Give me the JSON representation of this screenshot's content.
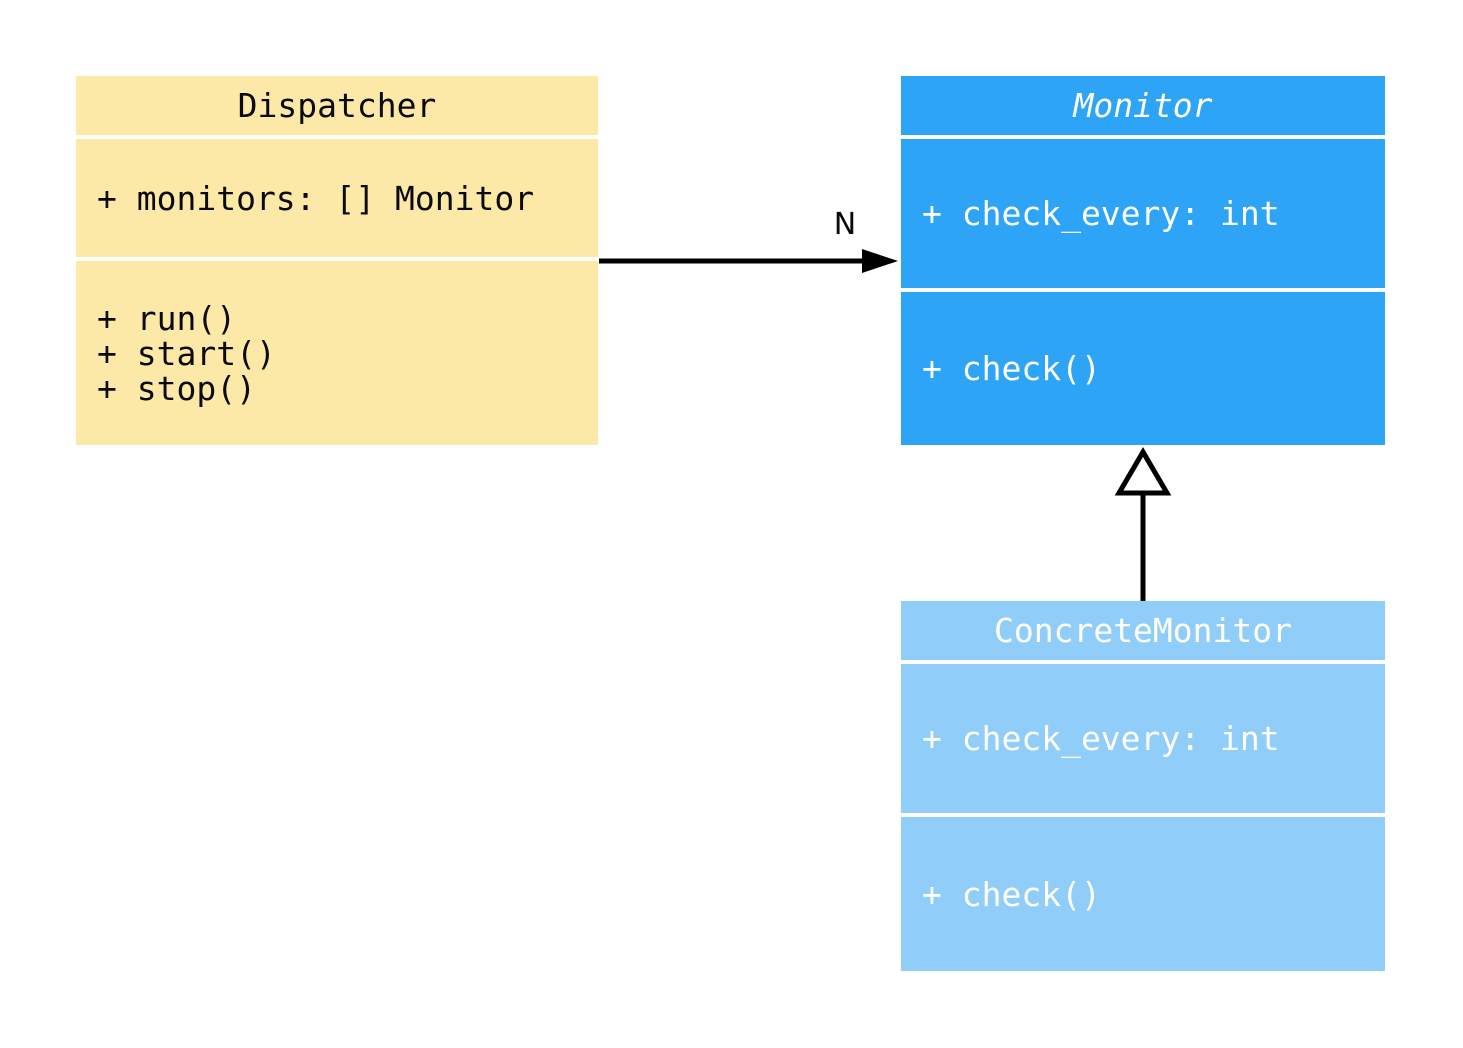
{
  "diagram": {
    "kind": "uml-class-diagram",
    "classes": [
      {
        "name": "Dispatcher",
        "abstract": false,
        "fill": "#FCE9A7",
        "text_color": "#0A0A0A",
        "attributes": [
          "+ monitors: [] Monitor"
        ],
        "methods": [
          "+ run()",
          "+ start()",
          "+ stop()"
        ]
      },
      {
        "name": "Monitor",
        "abstract": true,
        "fill": "#2EA4F7",
        "text_color": "#FFFFFF",
        "attributes": [
          "+ check_every: int"
        ],
        "methods": [
          "+ check()"
        ]
      },
      {
        "name": "ConcreteMonitor",
        "abstract": false,
        "fill": "#90CDF9",
        "text_color": "#FFFFFF",
        "attributes": [
          "+ check_every: int"
        ],
        "methods": [
          "+ check()"
        ]
      }
    ],
    "relationships": [
      {
        "type": "association",
        "from": "Dispatcher",
        "to": "Monitor",
        "label": "N",
        "arrow": "filled-arrowhead"
      },
      {
        "type": "inheritance",
        "from": "ConcreteMonitor",
        "to": "Monitor",
        "label": "",
        "arrow": "hollow-triangle"
      }
    ]
  }
}
